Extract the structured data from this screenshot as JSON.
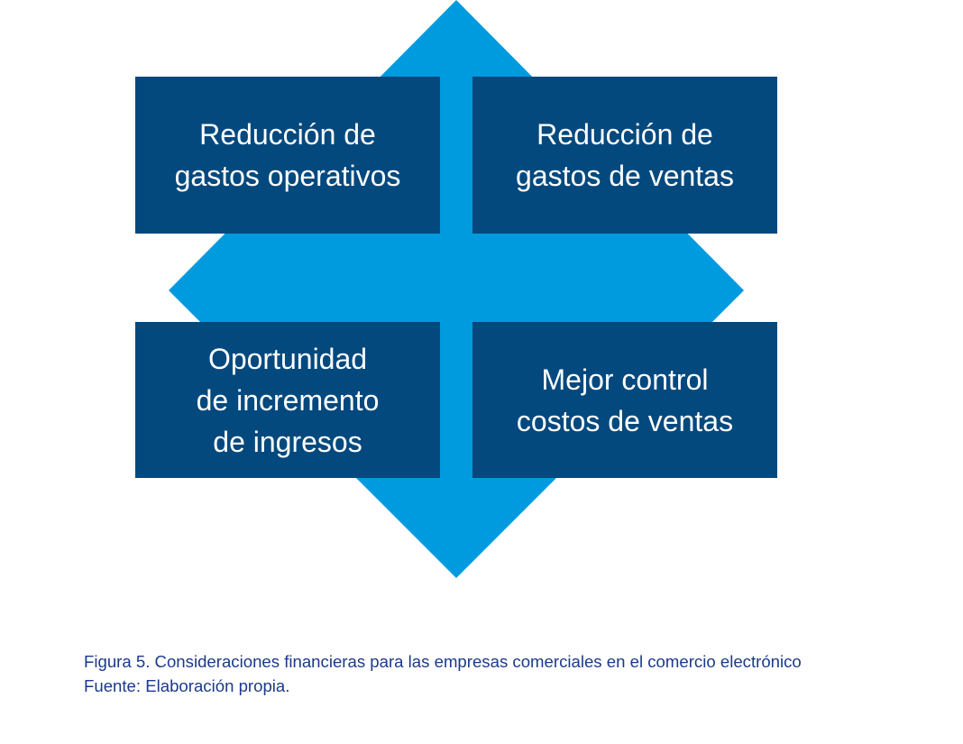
{
  "diagram": {
    "colors": {
      "diamond": "#009ade",
      "box": "#03497e",
      "caption": "#1b3a8a"
    },
    "boxes": [
      {
        "label": "Reducción de\ngastos operativos"
      },
      {
        "label": "Reducción de\ngastos de ventas"
      },
      {
        "label": "Oportunidad\nde incremento\nde ingresos"
      },
      {
        "label": "Mejor control\ncostos de ventas"
      }
    ]
  },
  "caption": {
    "figure": "Figura 5. Consideraciones financieras para las empresas comerciales en el comercio electrónico",
    "source": "Fuente: Elaboración propia."
  }
}
